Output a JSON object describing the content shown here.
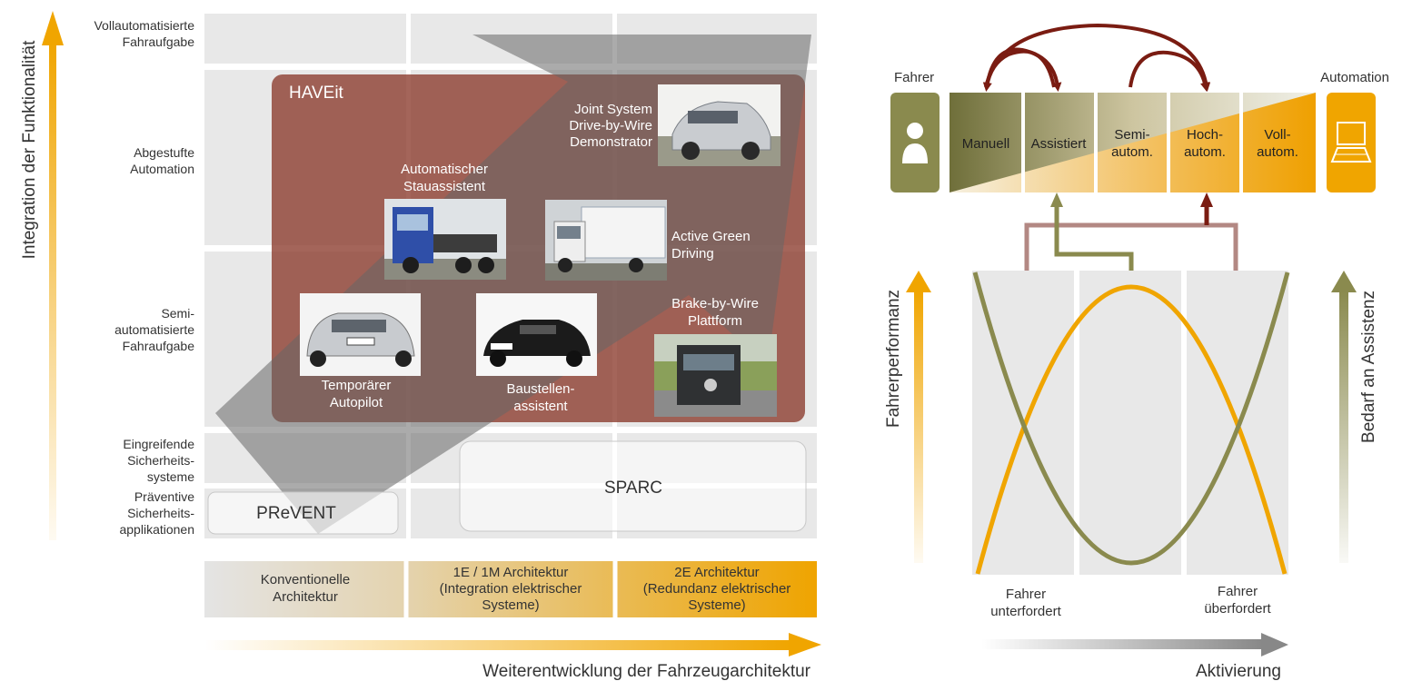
{
  "left": {
    "y_axis_label": "Integration der Funktionalität",
    "x_axis_label": "Weiterentwicklung der Fahrzeugarchitektur",
    "rows": [
      [
        "Vollautomatisierte",
        "Fahraufgabe"
      ],
      [
        "Abgestufte",
        "Automation"
      ],
      [
        "Semi-",
        "automatisierte",
        "Fahraufgabe"
      ],
      [
        "Eingreifende",
        "Sicherheits-",
        "systeme"
      ],
      [
        "Präventive",
        "Sicherheits-",
        "applikationen"
      ]
    ],
    "project_haveit": "HAVEit",
    "project_prevent": "PReVENT",
    "project_sparc": "SPARC",
    "demonstrators": {
      "joint_system": [
        "Joint System",
        "Drive-by-Wire",
        "Demonstrator"
      ],
      "stauassistent": [
        "Automatischer",
        "Stauassistent"
      ],
      "active_green": [
        "Active Green",
        "Driving"
      ],
      "brake_by_wire": [
        "Brake-by-Wire",
        "Plattform"
      ],
      "autopilot": [
        "Temporärer",
        "Autopilot"
      ],
      "baustellen": [
        "Baustellen-",
        "assistent"
      ]
    },
    "architectures": [
      [
        "Konventionelle",
        "Architektur"
      ],
      [
        "1E / 1M Architektur",
        "(Integration elektrischer",
        "Systeme)"
      ],
      [
        "2E Architektur",
        "(Redundanz elektrischer",
        "Systeme)"
      ]
    ]
  },
  "right": {
    "label_fahrer": "Fahrer",
    "label_automation": "Automation",
    "levels": [
      [
        "Manuell"
      ],
      [
        "Assistiert"
      ],
      [
        "Semi-",
        "autom."
      ],
      [
        "Hoch-",
        "autom."
      ],
      [
        "Voll-",
        "autom."
      ]
    ],
    "y_left_label": "Fahrerperformanz",
    "y_right_label": "Bedarf an Assistenz",
    "x_label": "Aktivierung",
    "under_label": [
      "Fahrer",
      "unterfordert"
    ],
    "over_label": [
      "Fahrer",
      "überfordert"
    ]
  },
  "colors": {
    "orange": "#f0a500",
    "olive": "#8a8a4e",
    "dark_red": "#7a1c12",
    "haveit_brown": "#8a3a2c",
    "grid_gray": "#e8e8e8"
  }
}
